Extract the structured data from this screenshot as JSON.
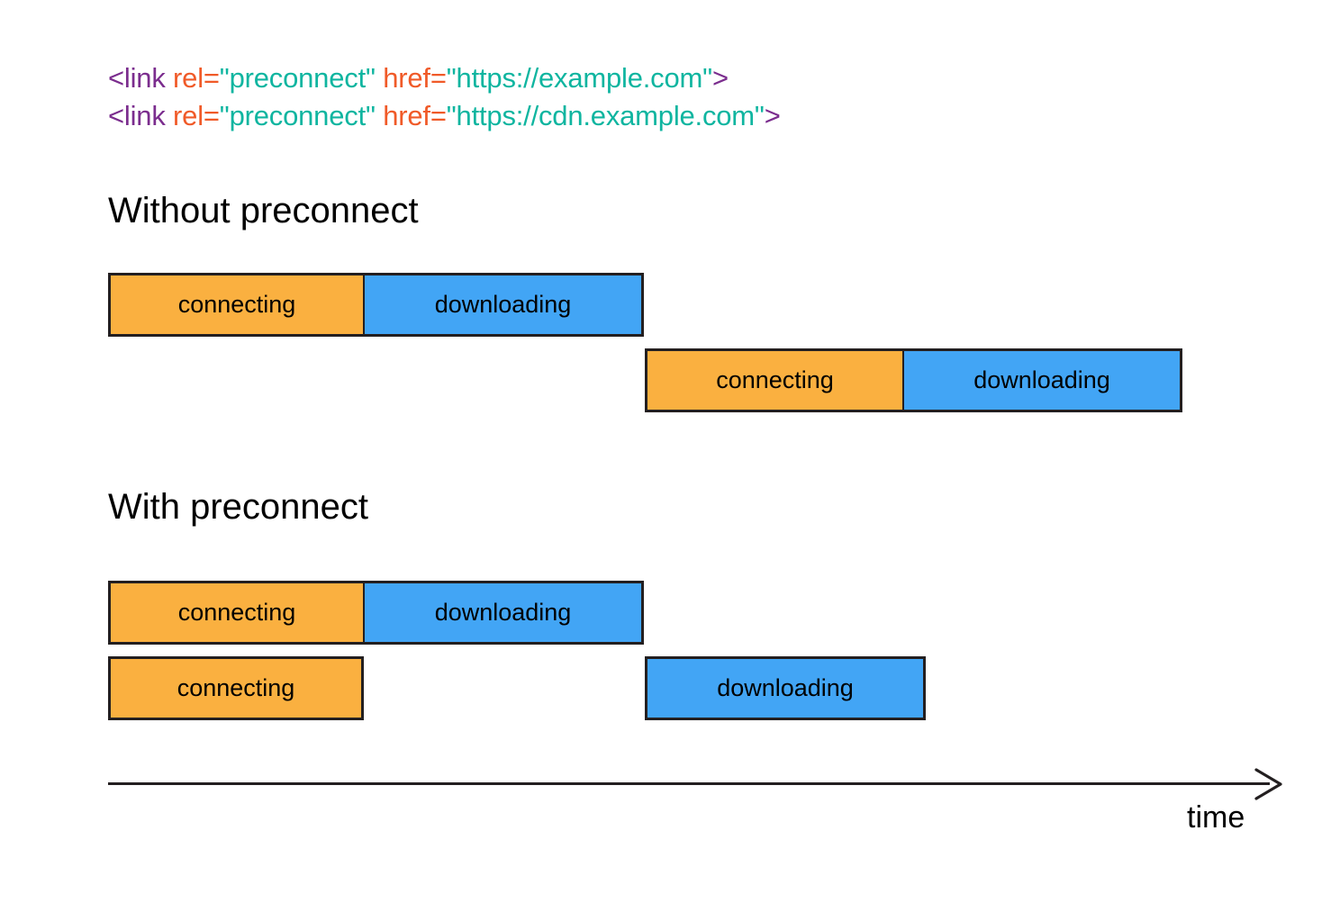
{
  "code_snippet": {
    "lines": [
      {
        "tag_open": "<link",
        "attr1": " rel=",
        "val1": "\"preconnect\"",
        "attr2": " href=",
        "val2": "\"https://example.com\"",
        "tag_close": ">"
      },
      {
        "tag_open": "<link",
        "attr1": " rel=",
        "val1": "\"preconnect\"",
        "attr2": " href=",
        "val2": "\"https://cdn.example.com\"",
        "tag_close": ">"
      }
    ],
    "colors": {
      "tag": "#7B2D8E",
      "attribute": "#F05A28",
      "value": "#0FB5A0"
    }
  },
  "sections": [
    {
      "id": "without",
      "title": "Without preconnect",
      "rows": [
        {
          "segments": [
            {
              "label": "connecting",
              "kind": "connecting"
            },
            {
              "label": "downloading",
              "kind": "downloading"
            }
          ]
        },
        {
          "segments": [
            {
              "label": "connecting",
              "kind": "connecting"
            },
            {
              "label": "downloading",
              "kind": "downloading"
            }
          ]
        }
      ]
    },
    {
      "id": "with",
      "title": "With preconnect",
      "rows": [
        {
          "segments": [
            {
              "label": "connecting",
              "kind": "connecting"
            },
            {
              "label": "downloading",
              "kind": "downloading"
            }
          ]
        },
        {
          "segments": [
            {
              "label": "connecting",
              "kind": "connecting"
            },
            {
              "label": "downloading",
              "kind": "downloading"
            }
          ]
        }
      ]
    }
  ],
  "bars": {
    "without_r1_connecting": "connecting",
    "without_r1_downloading": "downloading",
    "without_r2_connecting": "connecting",
    "without_r2_downloading": "downloading",
    "with_r1_connecting": "connecting",
    "with_r1_downloading": "downloading",
    "with_r2_connecting": "connecting",
    "with_r2_downloading": "downloading"
  },
  "axis": {
    "label": "time"
  },
  "palette": {
    "connecting": "#FAB040",
    "downloading": "#42A5F5",
    "stroke": "#231f20",
    "background": "#ffffff"
  }
}
